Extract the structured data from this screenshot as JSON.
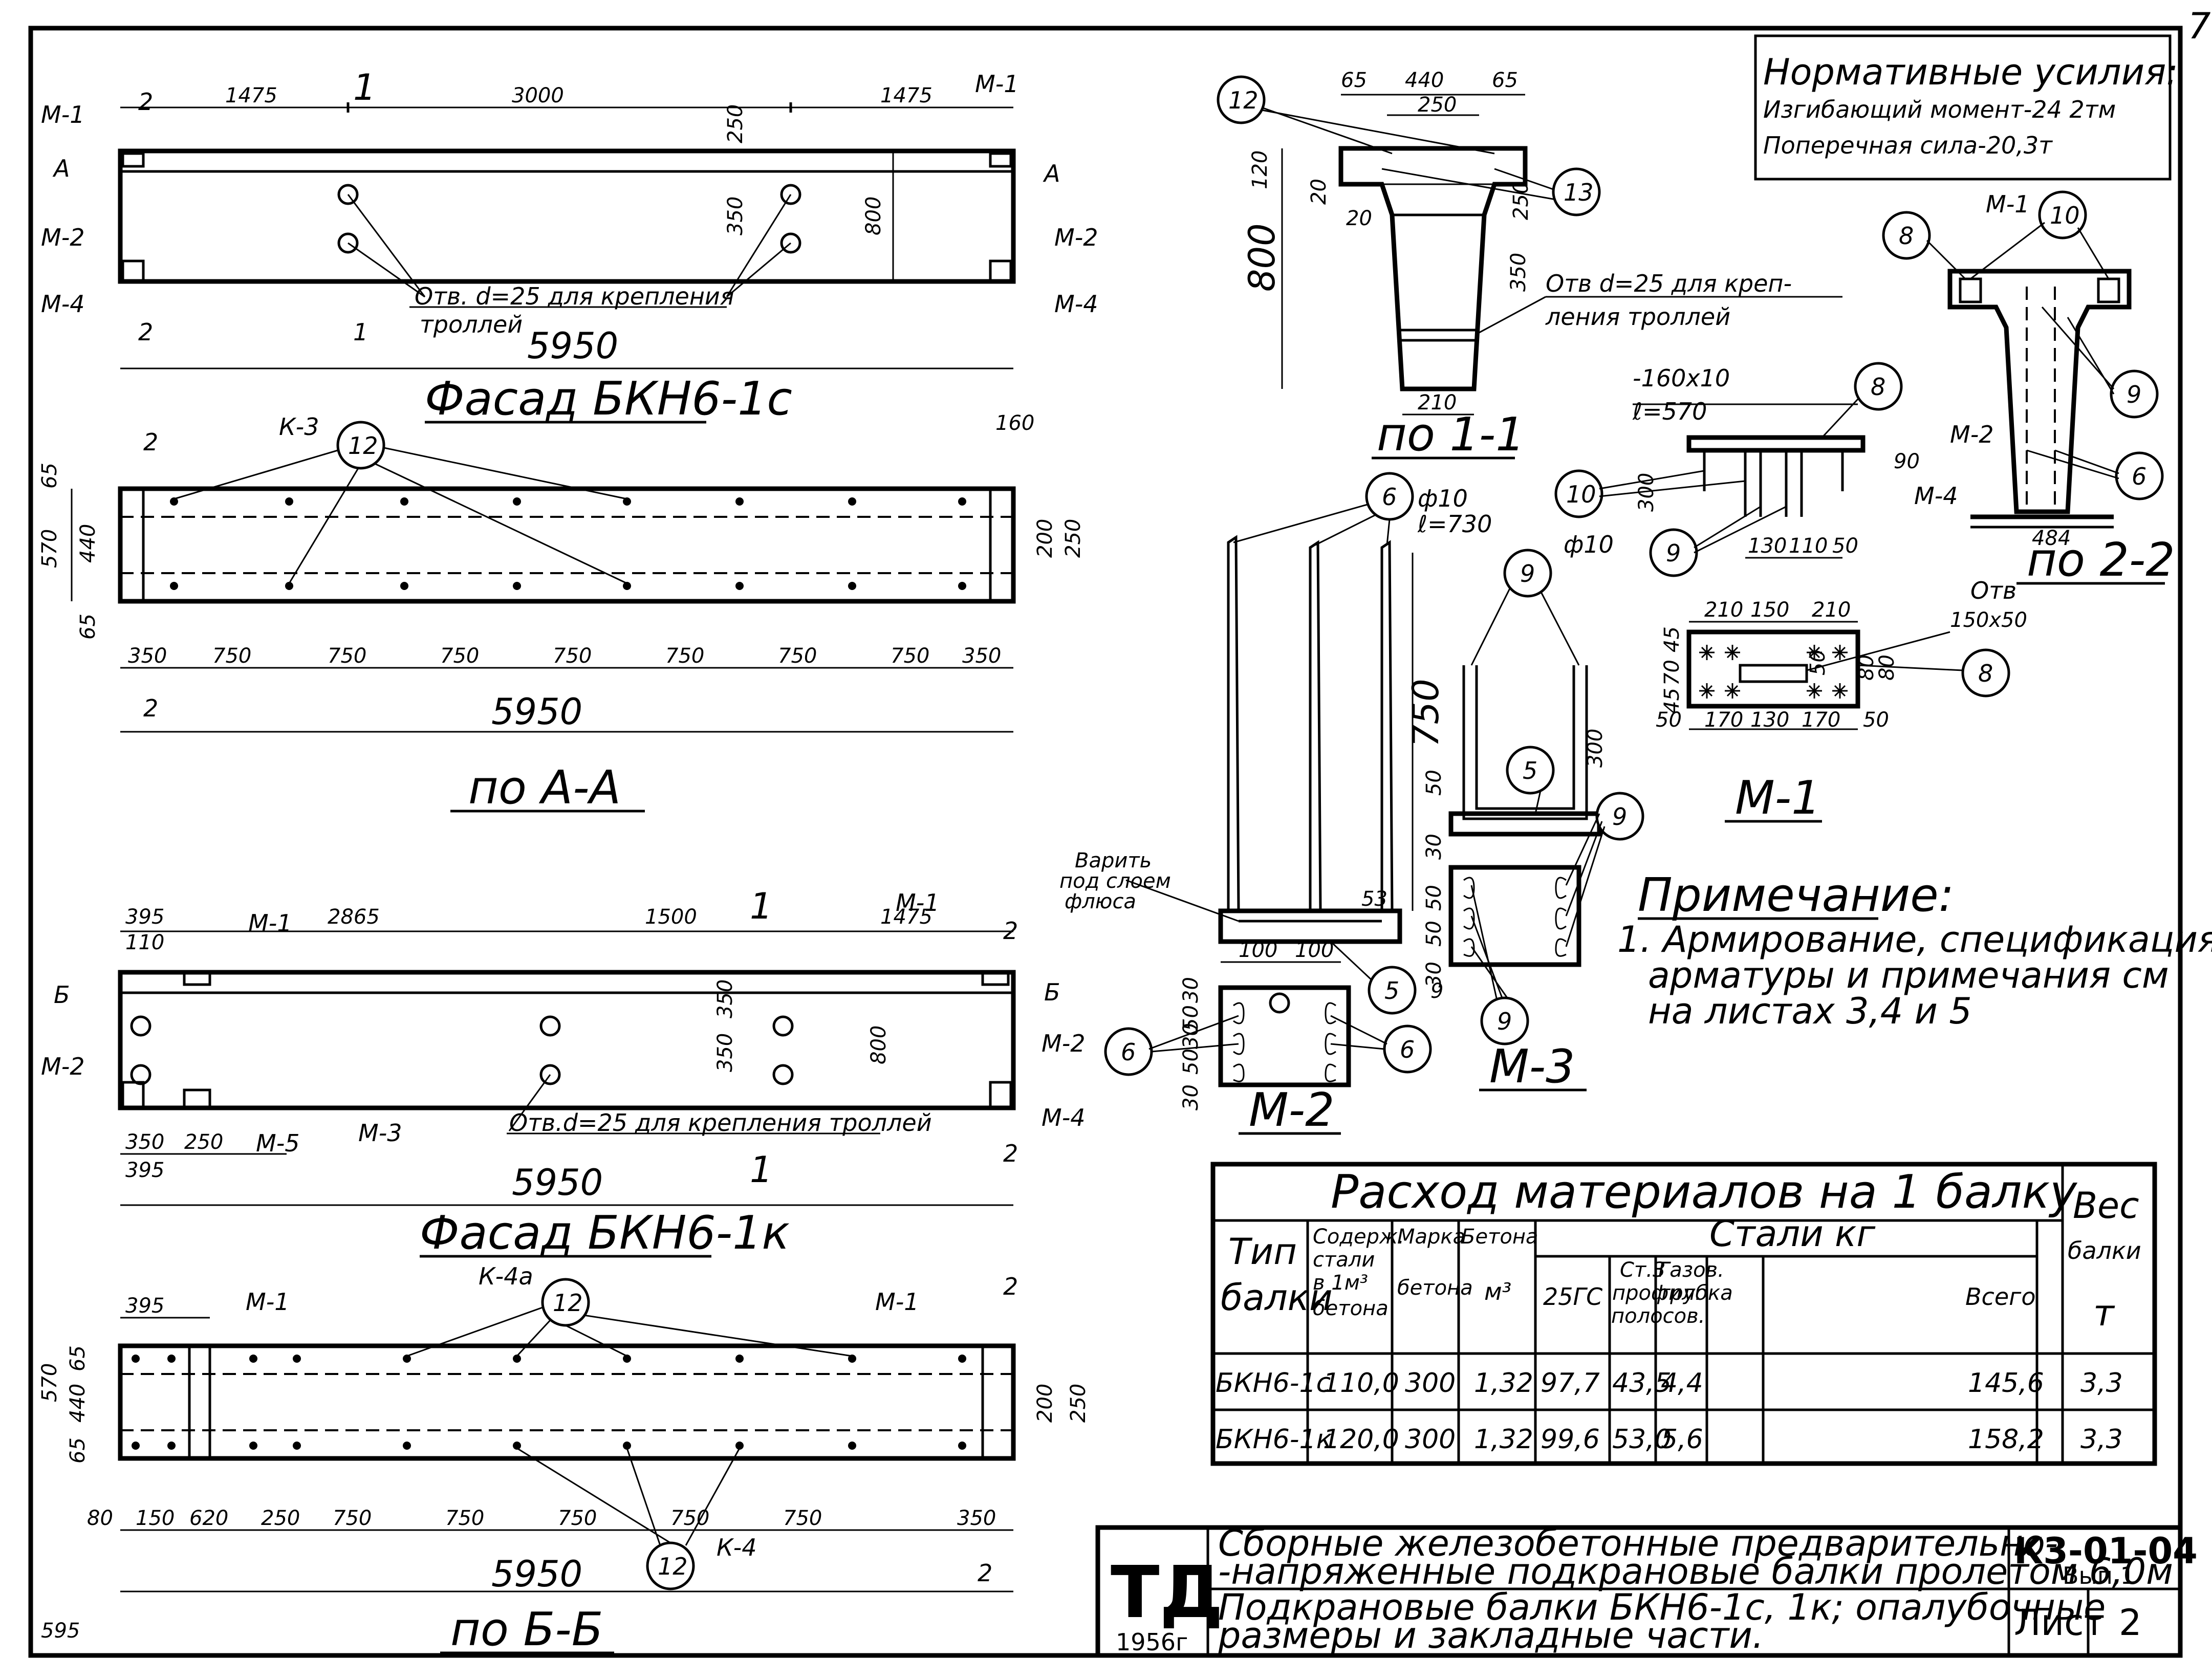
{
  "page_number": "7",
  "loads": {
    "title": "Нормативные усилия:",
    "moment": "Изгибающий момент-24 2тм",
    "shear": "Поперечная сила-20,3т"
  },
  "facade_c": {
    "title": "Фасад БКН6-1с",
    "dims_top": [
      "1475",
      "3000",
      "1475"
    ],
    "dim_total": "5950",
    "dims_side": [
      "250",
      "350",
      "800"
    ],
    "labels": [
      "М-1",
      "М-1",
      "М-2",
      "М-2",
      "М-4",
      "М-4",
      "А",
      "А",
      "1",
      "1",
      "2",
      "2"
    ],
    "hole_note_1": "Отв. d=25 для крепления",
    "hole_note_2": "троллей"
  },
  "section_aa": {
    "title": "по А-А",
    "dims_bottom": [
      "350",
      "750",
      "750",
      "750",
      "750",
      "750",
      "750",
      "750",
      "350"
    ],
    "dim_total": "5950",
    "dims_left": [
      "65",
      "570",
      "440",
      "65"
    ],
    "dims_right": [
      "160",
      "200",
      "250"
    ],
    "labels": [
      "К-3",
      "12",
      "2",
      "2"
    ]
  },
  "facade_k": {
    "title": "Фасад БКН6-1к",
    "dims_top": [
      "395",
      "110",
      "2865",
      "1500",
      "1475"
    ],
    "dims_bottom": [
      "350",
      "250",
      "395"
    ],
    "dim_total": "5950",
    "dims_side": [
      "350",
      "350",
      "800"
    ],
    "labels": [
      "М-1",
      "М-1",
      "Б",
      "Б",
      "М-2",
      "М-2",
      "М-4",
      "М-5",
      "М-3",
      "1",
      "1",
      "2",
      "2"
    ],
    "hole_note": "Отв.d=25 для крепления троллей"
  },
  "section_bb": {
    "title": "по Б-Б",
    "dims_top": [
      "395"
    ],
    "dims_bottom": [
      "80",
      "150",
      "620",
      "250",
      "750",
      "750",
      "750",
      "750",
      "750",
      "350"
    ],
    "dim_total": "5950",
    "dims_left": [
      "570",
      "65",
      "440",
      "65"
    ],
    "dims_right": [
      "200",
      "250"
    ],
    "labels": [
      "М-1",
      "М-1",
      "К-4а",
      "12",
      "12",
      "К-4",
      "2",
      "2"
    ],
    "corner_note": "595"
  },
  "section_11": {
    "title": "по 1-1",
    "dims_top": [
      "65",
      "440",
      "65",
      "250"
    ],
    "dims_left": [
      "120",
      "800",
      "20",
      "20"
    ],
    "dims_right": [
      "250",
      "350"
    ],
    "dim_bottom": "210",
    "labels": [
      "12",
      "13"
    ],
    "hole_note_1": "Отв d=25 для креп-",
    "hole_note_2": "ления троллей"
  },
  "section_22": {
    "title": "по 2-2",
    "labels": [
      "М-1",
      "10",
      "8",
      "9",
      "6",
      "М-2",
      "М-4"
    ],
    "dim_bottom": "484"
  },
  "plate_m1_side": {
    "label_1": "-160x10",
    "label_2": "ℓ=570",
    "rebar": "ф10",
    "dims": [
      "300",
      "90",
      "130",
      "110",
      "50"
    ],
    "labels": [
      "8",
      "10",
      "9"
    ]
  },
  "plate_m1_plan": {
    "title": "М-1",
    "hole_1": "Отв",
    "hole_2": "150x50",
    "dims_top": [
      "210",
      "150",
      "210"
    ],
    "dims_left": [
      "45",
      "70",
      "45"
    ],
    "dims_right": [
      "50",
      "80",
      "80"
    ],
    "dims_bottom": [
      "50",
      "170",
      "130",
      "170",
      "50"
    ],
    "labels": [
      "8"
    ]
  },
  "bar_6": {
    "label": "6",
    "rebar": "ф10",
    "length": "ℓ=730",
    "height": "750",
    "weld_note_1": "Варить",
    "weld_note_2": "под слоем",
    "weld_note_3": "флюса",
    "dim_53": "53",
    "dims_bottom": [
      "100",
      "100"
    ],
    "label_5": "5"
  },
  "plate_m2": {
    "title": "М-2",
    "dims_left": [
      "30",
      "50",
      "30",
      "50",
      "30"
    ],
    "labels": [
      "6",
      "6"
    ]
  },
  "plate_m3": {
    "title": "М-3",
    "height": "300",
    "dims_left": [
      "50",
      "30",
      "50",
      "50",
      "30"
    ],
    "labels": [
      "9",
      "9",
      "5",
      "9",
      "9"
    ]
  },
  "note": {
    "title": "Примечание:",
    "line_1": "1. Армирование, спецификация",
    "line_2": "арматуры и примечания см",
    "line_3": "на листах 3,4 и 5"
  },
  "table": {
    "title": "Расход материалов на 1 балку",
    "weight_header_1": "Вес",
    "weight_header_2": "балки",
    "weight_unit": "т",
    "col_type_1": "Тип",
    "col_type_2": "балки",
    "col_steel_1": "Содерж.",
    "col_steel_2": "стали",
    "col_steel_3": "в 1м³",
    "col_steel_4": "бетона",
    "col_grade_1": "Марка",
    "col_grade_2": "бетона",
    "col_concrete_1": "Бетона",
    "col_concrete_2": "м³",
    "steel_group": "Стали кг",
    "col_25gs": "25ГС",
    "col_st3_1": "Ст.3",
    "col_st3_2": "профил.",
    "col_st3_3": "полосов.",
    "col_pipe_1": "Газов.",
    "col_pipe_2": "трубка",
    "col_total": "Всего",
    "rows": [
      {
        "type": "БКН6-1с",
        "steel": "110,0",
        "grade": "300",
        "concrete": "1,32",
        "s25": "97,7",
        "st3": "43,5",
        "pipe": "4,4",
        "total": "145,6",
        "weight": "3,3"
      },
      {
        "type": "БКН6-1к",
        "steel": "120,0",
        "grade": "300",
        "concrete": "1,32",
        "s25": "99,6",
        "st3": "53,0",
        "pipe": "5,6",
        "total": "158,2",
        "weight": "3,3"
      }
    ]
  },
  "title_block": {
    "logo": "ТД",
    "year": "1956г",
    "line_1": "Сборные железобетонные предварительно-",
    "line_2": "-напряженные подкрановые балки пролетом 6,0м",
    "line_3": "Подкрановые балки БКН6-1с, 1к; опалубочные",
    "line_4": "размеры и закладные части.",
    "code": "К3-01-04",
    "issue": "Вып.1",
    "sheet_label": "Лист",
    "sheet_number": "2"
  }
}
